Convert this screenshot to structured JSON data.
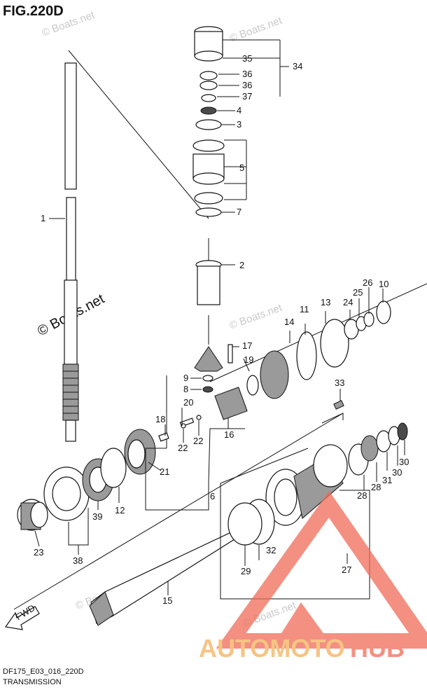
{
  "title": "FIG.220D",
  "footer": {
    "code": "DF175_E03_016_220D",
    "section": "TRANSMISSION"
  },
  "watermarks": {
    "boats": "© Boats.net",
    "brand_left": "AUTOMOTO",
    "brand_right": "HUB"
  },
  "colors": {
    "brand_orange": "#f3b15b",
    "brand_red": "#ef6b57",
    "line": "#111111"
  },
  "part_numbers": {
    "p1": "1",
    "p2": "2",
    "p3": "3",
    "p4": "4",
    "p5": "5",
    "p6": "6",
    "p7": "7",
    "p8": "8",
    "p9": "9",
    "p10": "10",
    "p11": "11",
    "p12": "12",
    "p13": "13",
    "p14": "14",
    "p15": "15",
    "p16": "16",
    "p17": "17",
    "p18": "18",
    "p19": "19",
    "p20": "20",
    "p21": "21",
    "p22": "22",
    "p23": "23",
    "p24": "24",
    "p25": "25",
    "p26": "26",
    "p27": "27",
    "p28": "28",
    "p29": "29",
    "p30": "30",
    "p31": "31",
    "p32": "32",
    "p33": "33",
    "p34": "34",
    "p35": "35",
    "p36": "36",
    "p37": "37",
    "p38": "38",
    "p39": "39",
    "fwd": "FWD"
  }
}
